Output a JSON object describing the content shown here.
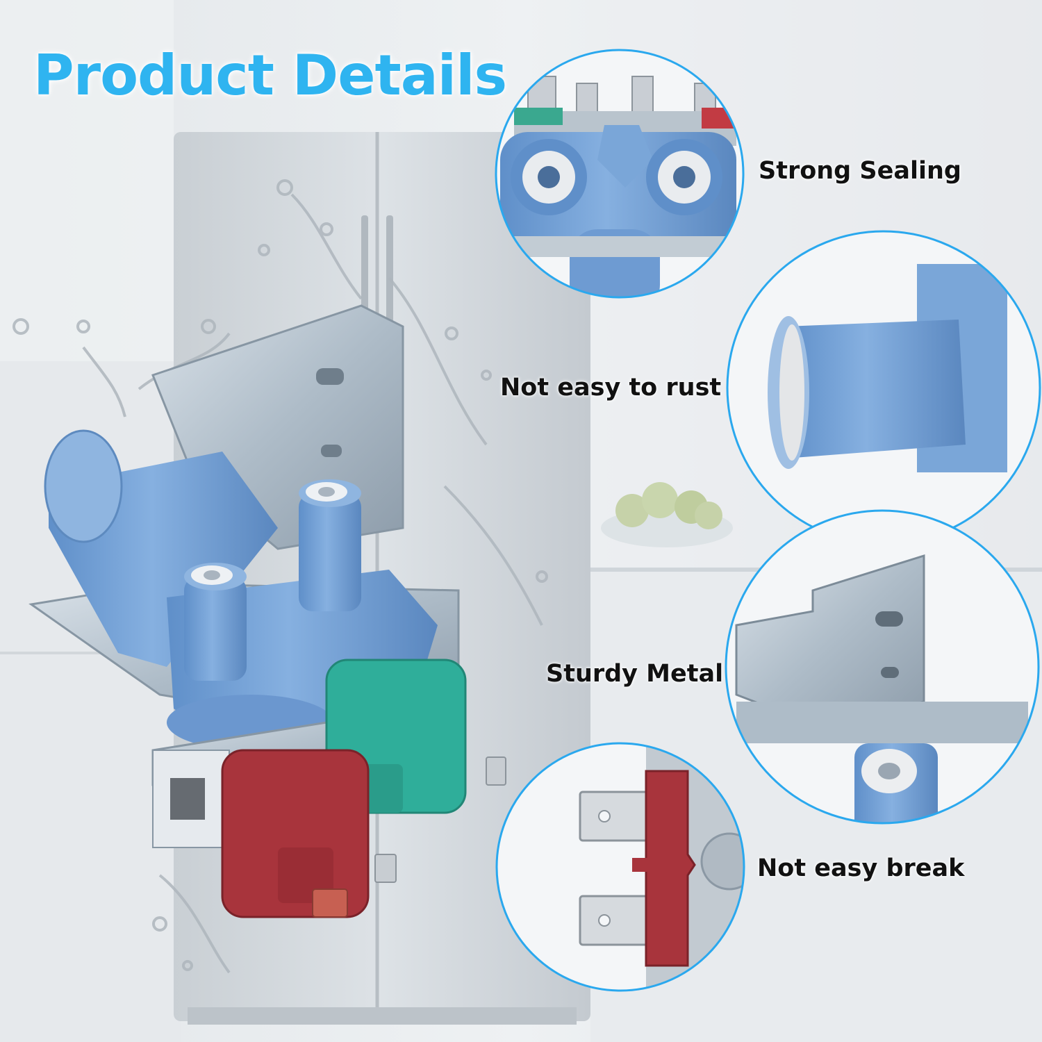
{
  "title": "Product Details",
  "features": [
    {
      "label": "Strong Sealing",
      "icon": "water-inlet-closeup-icon"
    },
    {
      "label": "Not easy to rust",
      "icon": "coil-cap-closeup-icon"
    },
    {
      "label": "Sturdy Metal",
      "icon": "metal-bracket-closeup-icon"
    },
    {
      "label": "Not easy break",
      "icon": "terminal-closeup-icon"
    }
  ],
  "colors": {
    "title": "#2fb4f0",
    "ring": "#2aa8ee",
    "valve_blue": "#7aa6d8",
    "solenoid_red": "#a8343c",
    "solenoid_green": "#2fae9a",
    "metal": "#b9c6d0"
  }
}
